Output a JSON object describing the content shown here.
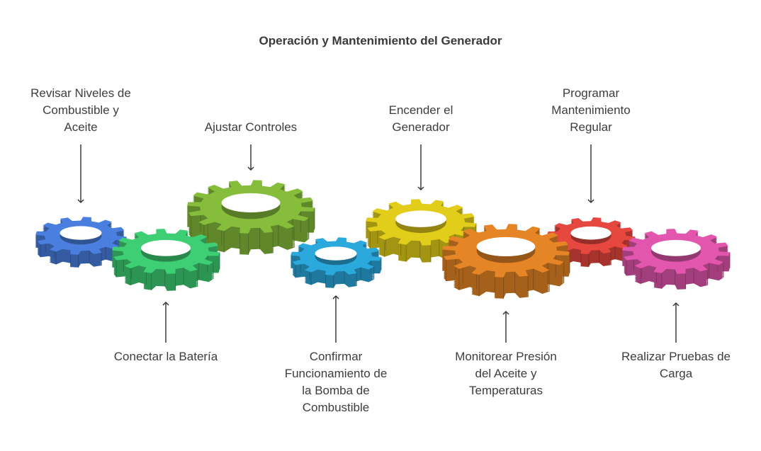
{
  "title": "Operación y Mantenimiento del Generador",
  "steps": [
    {
      "label": "Revisar Niveles de\nCombustible y\nAceite",
      "color": "#4a7fe0"
    },
    {
      "label": "Conectar la Batería",
      "color": "#3ecf74"
    },
    {
      "label": "Ajustar Controles",
      "color": "#86bd3a"
    },
    {
      "label": "Confirmar\nFuncionamiento de\nla Bomba de\nCombustible",
      "color": "#2ba8dc"
    },
    {
      "label": "Encender el\nGenerador",
      "color": "#e3cd1b"
    },
    {
      "label": "Monitorear Presión\ndel Aceite y\nTemperaturas",
      "color": "#e58526"
    },
    {
      "label": "Programar\nMantenimiento\nRegular",
      "color": "#e6473f"
    },
    {
      "label": "Realizar Pruebas de\nCarga",
      "color": "#e356ad"
    }
  ]
}
